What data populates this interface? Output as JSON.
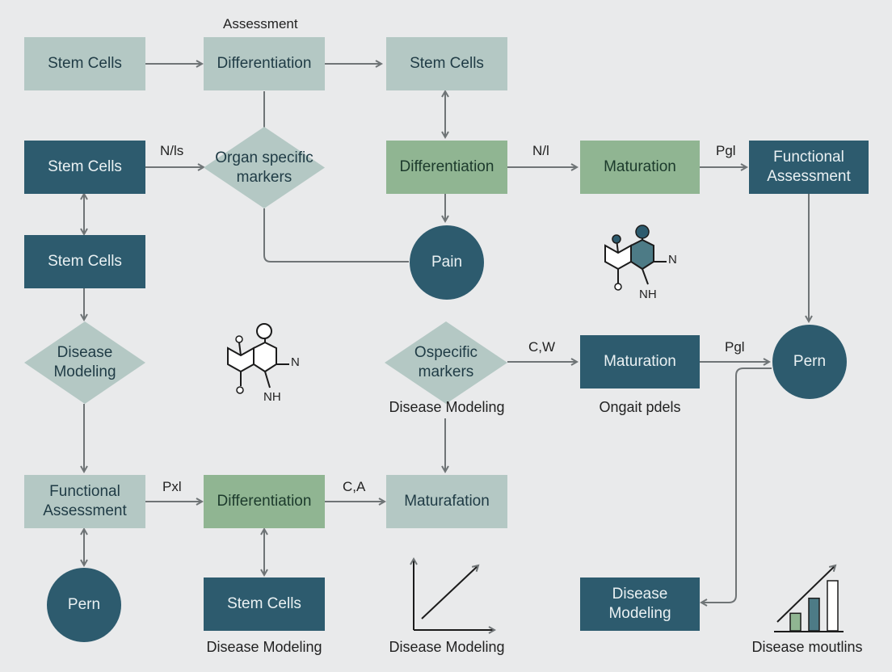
{
  "top_label": "Assessment",
  "nodes": {
    "r1_stem_left": "Stem Cells",
    "r1_diff": "Differentiation",
    "r1_stem_right": "Stem Cells",
    "r2_stem": "Stem Cells",
    "r2_organ_diamond": "Organ specific\nmarkers",
    "r2_diff": "Differentiation",
    "r2_maturation": "Maturation",
    "r2_functional": "Functional\nAssessment",
    "r3_stem": "Stem Cells",
    "pain_circle": "Pain",
    "disease_diamond": "Disease\nModeling",
    "ospecific_diamond": "Ospecific\nmarkers",
    "r4_maturation": "Maturation",
    "pern_circle_right": "Pern",
    "r5_functional": "Functional\nAssessment",
    "r5_diff": "Differentiation",
    "r5_maturation": "Maturafation",
    "pern_circle_left": "Pern",
    "r6_stem": "Stem Cells",
    "r6_disease": "Disease\nModeling"
  },
  "edge_labels": {
    "nls": "N/ls",
    "nl": "N/l",
    "pgl_top": "Pgl",
    "cw": "C,W",
    "pgl_mid": "Pgl",
    "pxl": "Pxl",
    "ca": "C,A"
  },
  "captions": {
    "under_ospecific": "Disease Modeling",
    "under_maturation": "Ongait pdels",
    "under_stem": "Disease Modeling",
    "under_line_chart": "Disease Modeling",
    "under_bar_chart": "Disease moutlins"
  },
  "molecules": {
    "upper_label_n": "N",
    "upper_label_nh": "NH",
    "lower_label_n": "N",
    "lower_label_nh": "NH"
  },
  "colors": {
    "light": "#b4c8c4",
    "dark": "#2d5b6e",
    "green": "#90b592",
    "arrow": "#6f7476"
  },
  "mini_bars": [
    0.35,
    0.65,
    1.0
  ]
}
